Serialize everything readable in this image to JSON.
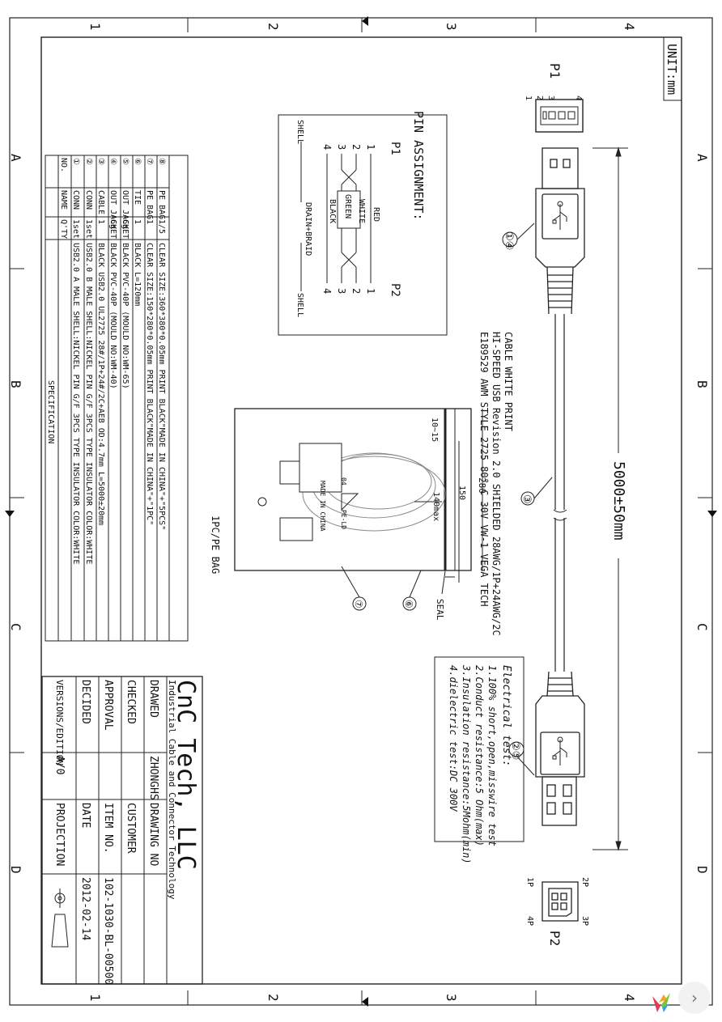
{
  "unit_label": "UNIT:mm",
  "border": {
    "letters": [
      "A",
      "B",
      "C",
      "D"
    ],
    "numbers": [
      "4",
      "3",
      "2",
      "1"
    ]
  },
  "connectors": {
    "p1": "P1",
    "p2": "P2",
    "p1_pins": [
      "1",
      "2",
      "3",
      "4"
    ],
    "p2_pins": [
      "1P",
      "2P",
      "3P",
      "4P"
    ]
  },
  "pin_assignment": {
    "title": "PIN ASSIGNMENT:",
    "p1": "P1",
    "p2": "P2",
    "left_pins": [
      "1",
      "2",
      "3",
      "4"
    ],
    "right_pins": [
      "1",
      "2",
      "3",
      "4"
    ],
    "wires": [
      "RED",
      "WHITE",
      "GREEN",
      "BLACK"
    ],
    "shell_left": "SHELL",
    "shell_right": "SHELL",
    "drain": "DRAIN+BRAID"
  },
  "cable_print": {
    "line1": "CABLE WHITE PRINT",
    "line2": "HI-SPEED USB Revision 2.0 SHIELDED 28AWG/1P+24AWG/2C",
    "line3": "E189529 AWM  STYLE 2725 80° C  30V VW-1 VEGA TECH"
  },
  "dimensions": {
    "length": "5000±50mm",
    "bag_width": "280",
    "seal_offset": "10~15",
    "bag_height": "150",
    "tie_length": "140max"
  },
  "bag": {
    "label": "1PC/PE BAG",
    "seal": "SEAL",
    "made_in": "MADE IN CHINA",
    "recycle": "PE-LD",
    "recycle_num": "04"
  },
  "callouts": [
    "①④",
    "③",
    "②⑤",
    "⑥",
    "⑦"
  ],
  "electrical_test": {
    "title": "Electrical test:",
    "items": [
      "1.100% short,open,misswire test",
      "2.Conduct resistance:5 Ohm(max)",
      "3.Insulation resistance:5Mohm(min)",
      "4.dielectric test:DC 300V"
    ]
  },
  "spec_table": {
    "rows": [
      {
        "no": "⑧",
        "name": "PE BAG",
        "qty": "1/5",
        "spec": "CLEAR SIZE:360*380*0.05mm PRINT BLACK\"MADE IN CHINA\"+\"5PCS\""
      },
      {
        "no": "⑦",
        "name": "PE BAG",
        "qty": "1",
        "spec": "CLEAR SIZE:150*280*0.05mm PRINT BLACK\"MADE IN CHINA\"+\"1PC\""
      },
      {
        "no": "⑥",
        "name": "TIE",
        "qty": "1",
        "spec": "BLACK L=120mm"
      },
      {
        "no": "⑤",
        "name": "OUT JACKET",
        "qty": "6g",
        "spec": "BLACK PVC-40P (MOULD NO:WM-65)"
      },
      {
        "no": "④",
        "name": "OUT JACKET",
        "qty": "6g",
        "spec": "BLACK PVC-40P (MOULD NO:WM-40)"
      },
      {
        "no": "③",
        "name": "CABLE",
        "qty": "1",
        "spec": "BLACK USB2.0 UL2725 28#/1P+24#/2C+AEB OD:4.7mm L=5000±20mm"
      },
      {
        "no": "②",
        "name": "CONN",
        "qty": "1set",
        "spec": "USB2.0 B MALE SHELL:NICKEL PIN G/F 3PCS TYPE  INSULATOR COLOR:WHITE"
      },
      {
        "no": "①",
        "name": "CONN",
        "qty": "1set",
        "spec": "USB2.0 A MALE SHELL:NICKEL PIN G/F 3PCS TYPE INSULATOR COLOR:WHITE"
      }
    ],
    "header": {
      "no": "NO.",
      "name": "NAME",
      "qty": "Q'TY",
      "spec": "SPECIFICATION"
    }
  },
  "title_block": {
    "company": "CnC Tech, LLC",
    "tagline": "Industrial Cable and Connector Technology",
    "drawed_label": "DRAWED",
    "drawed_value": "ZHONGHS",
    "drawing_no_label": "DRAWING NO",
    "checked_label": "CHECKED",
    "customer_label": "CUSTOMER",
    "approval_label": "APPROVAL",
    "item_no_label": "ITEM NO.",
    "item_no_value": "102-1030-BL-00500",
    "decided_label": "DECIDED",
    "date_label": "DATE",
    "date_value": "2012-02-14",
    "version_label": "VERSIONS/EDITION",
    "version_value": "A/0",
    "projection_label": "PROJECTION"
  }
}
